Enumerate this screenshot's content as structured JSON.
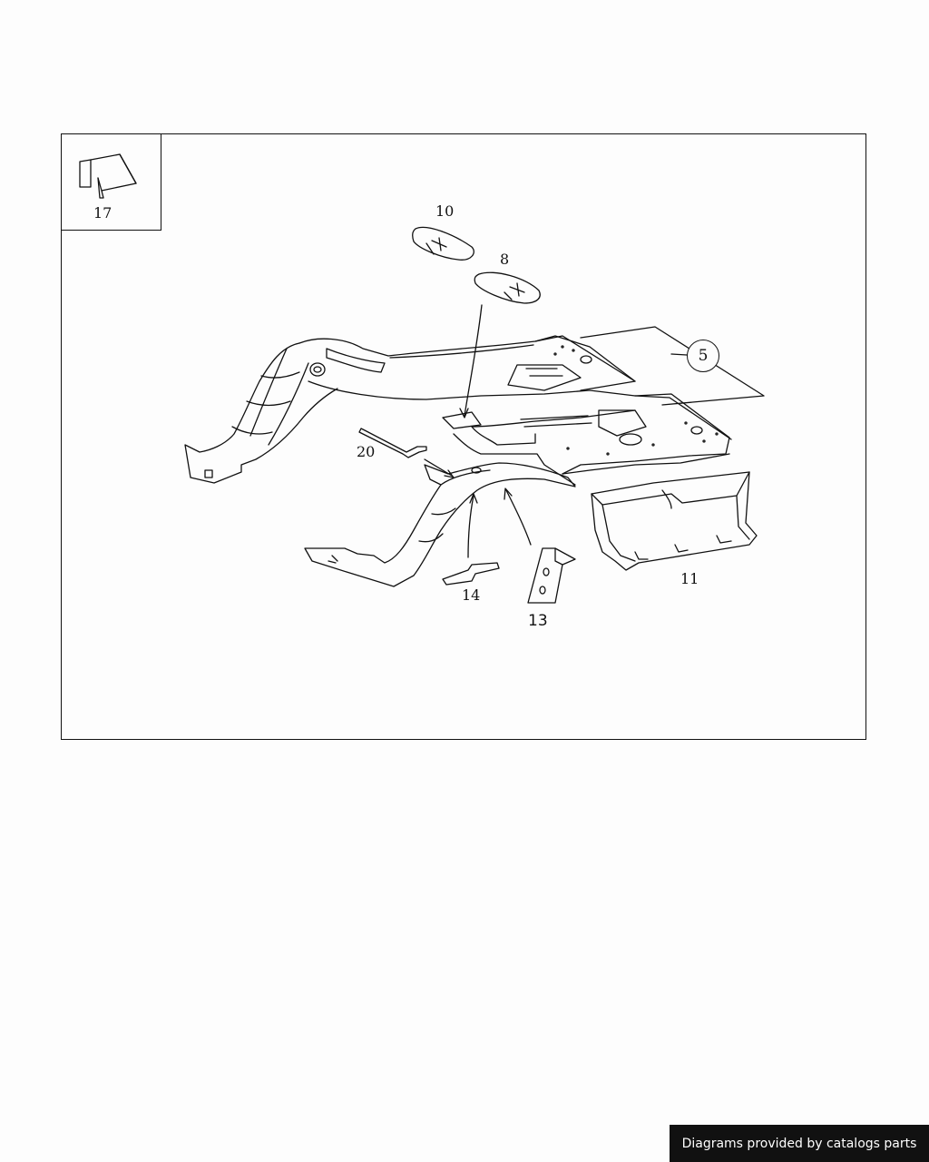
{
  "callouts": {
    "c17": "17",
    "c10": "10",
    "c8": "8",
    "c5": "5",
    "c20": "20",
    "c11": "11",
    "c14": "14",
    "c13": "13"
  },
  "footer": {
    "text": "Diagrams provided by catalogs parts"
  }
}
